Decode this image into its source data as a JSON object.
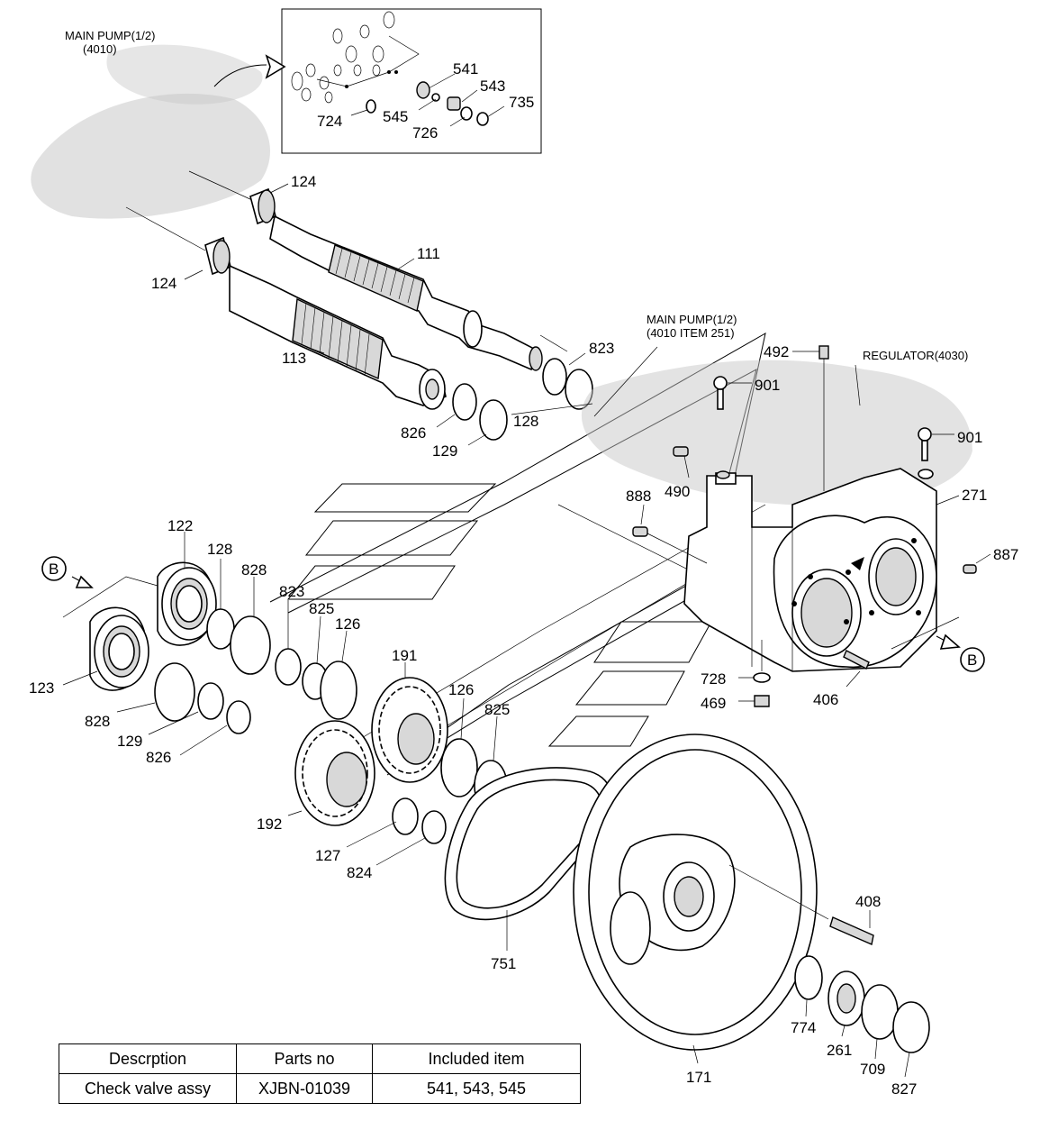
{
  "callouts": {
    "main_pump_top": "MAIN PUMP(1/2)",
    "main_pump_top_code": "(4010)",
    "main_pump_mid": "MAIN PUMP(1/2)",
    "main_pump_mid_code": "(4010 ITEM 251)",
    "regulator": "REGULATOR(4030)",
    "view_b_left": "B",
    "view_b_right": "B"
  },
  "part_labels": {
    "p541": "541",
    "p543": "543",
    "p735": "735",
    "p724": "724",
    "p545": "545",
    "p726": "726",
    "p124a": "124",
    "p124b": "124",
    "p111": "111",
    "p113": "113",
    "p823a": "823",
    "p826a": "826",
    "p129a": "129",
    "p128a": "128",
    "p492": "492",
    "p901a": "901",
    "p901b": "901",
    "p490": "490",
    "p888": "888",
    "p271": "271",
    "p887": "887",
    "p728": "728",
    "p469": "469",
    "p406": "406",
    "p122": "122",
    "p128b": "128",
    "p828a": "828",
    "p823b": "823",
    "p825a": "825",
    "p126a": "126",
    "p123": "123",
    "p828b": "828",
    "p129b": "129",
    "p826b": "826",
    "p191": "191",
    "p126b": "126",
    "p825b": "825",
    "p192": "192",
    "p127": "127",
    "p824": "824",
    "p751": "751",
    "p408": "408",
    "p774": "774",
    "p261": "261",
    "p709": "709",
    "p827": "827",
    "p171": "171"
  },
  "table": {
    "headers": [
      "Descrption",
      "Parts no",
      "Included item"
    ],
    "rows": [
      [
        "Check valve assy",
        "XJBN-01039",
        "541, 543, 545"
      ]
    ]
  }
}
